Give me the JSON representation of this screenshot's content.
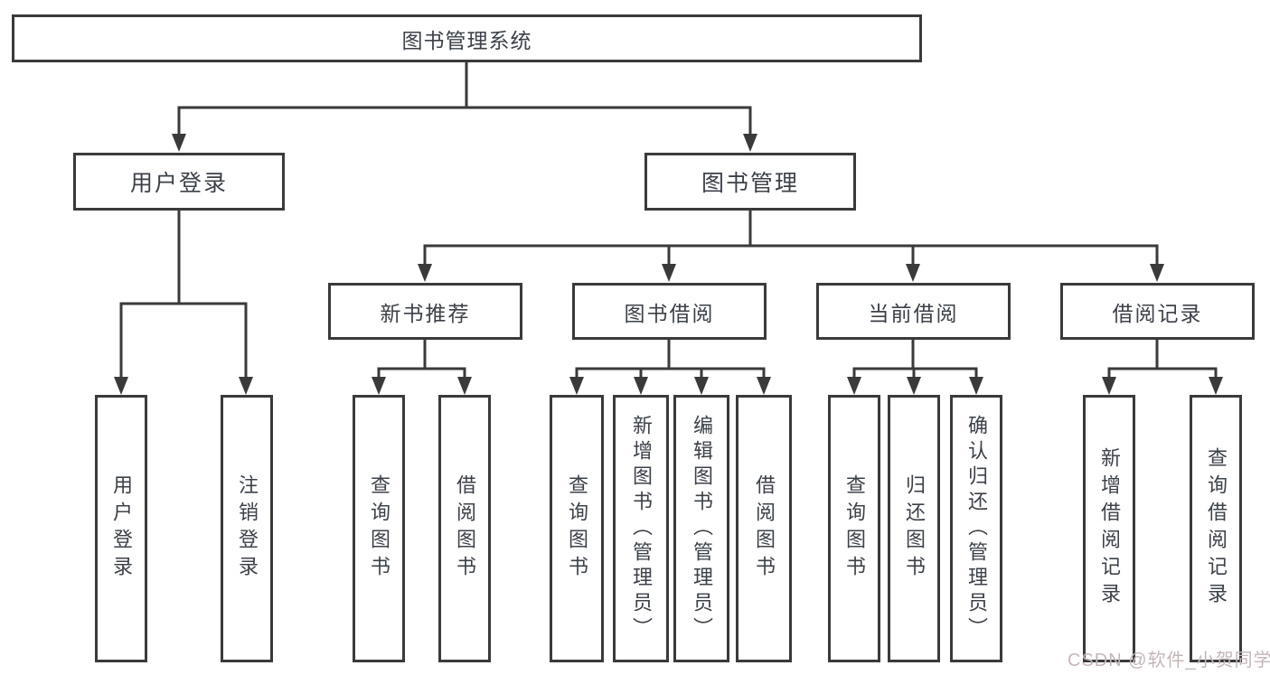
{
  "diagram": {
    "tree": {
      "label": "图书管理系统",
      "children": [
        {
          "label": "用户登录",
          "children": [
            {
              "label": "用户登录"
            },
            {
              "label": "注销登录"
            }
          ]
        },
        {
          "label": "图书管理",
          "children": [
            {
              "label": "新书推荐",
              "children": [
                {
                  "label": "查询图书"
                },
                {
                  "label": "借阅图书"
                }
              ]
            },
            {
              "label": "图书借阅",
              "children": [
                {
                  "label": "查询图书"
                },
                {
                  "label": "新增图书（管理员）"
                },
                {
                  "label": "编辑图书（管理员）"
                },
                {
                  "label": "借阅图书"
                }
              ]
            },
            {
              "label": "当前借阅",
              "children": [
                {
                  "label": "查询图书"
                },
                {
                  "label": "归还图书"
                },
                {
                  "label": "确认归还（管理员）"
                }
              ]
            },
            {
              "label": "借阅记录",
              "children": [
                {
                  "label": "新增借阅记录"
                },
                {
                  "label": "查询借阅记录"
                }
              ]
            }
          ]
        }
      ]
    },
    "colors": {
      "line": "#3a3a3a",
      "box_border": "#3a3a3a",
      "text": "#3c4148",
      "background": "#ffffff",
      "watermark": "#c4b6b8"
    }
  },
  "watermark": {
    "text": "CSDN @软件_小贺同学"
  }
}
